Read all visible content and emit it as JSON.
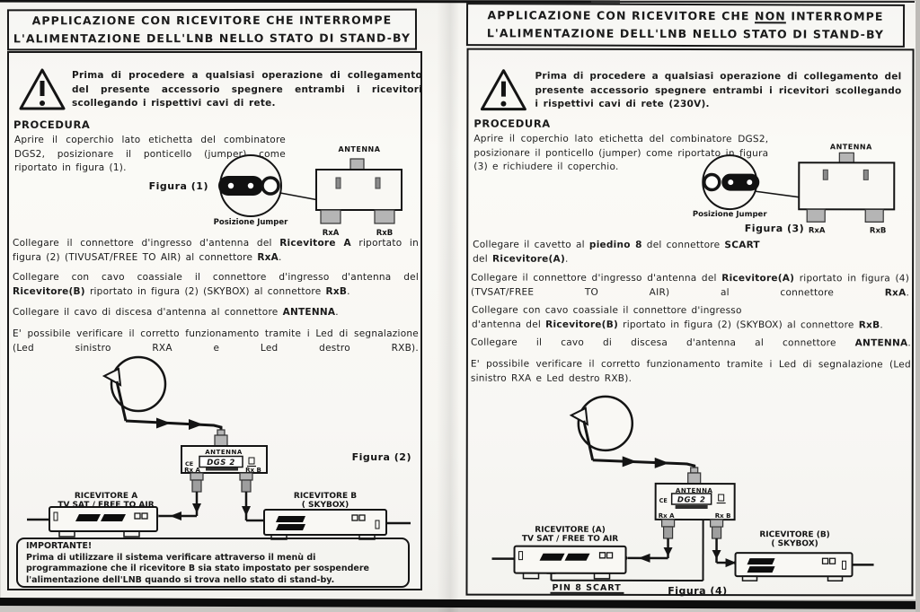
{
  "document": {
    "left": {
      "title1": "APPLICAZIONE CON RICEVITORE CHE INTERROMPE",
      "title2": "L'ALIMENTAZIONE DELL'LNB NELLO STATO DI STAND-BY",
      "warning": "Prima di procedere a qualsiasi operazione di collegamento del presente accessorio spegnere entrambi i ricevitori scollegando i rispettivi cavi di rete.",
      "procedura": "PROCEDURA",
      "step1": "Aprire il coperchio lato etichetta del combinatore DGS2, posizionare il ponticello (jumper) come riportato in figura (1).",
      "figura1": "Figura (1)",
      "posizione_jumper": "Posizione Jumper",
      "fig1": {
        "antenna": "ANTENNA",
        "rxa": "RxA",
        "rxb": "RxB"
      },
      "p_connect_a": [
        "Collegare il connettore d'ingresso d'antenna del ",
        "Ricevitore A",
        " riportato in figura (2) (TIVUSAT/FREE TO AIR) al connettore ",
        "RxA",
        "."
      ],
      "p_connect_b": [
        "Collegare con cavo coassiale il connettore d'ingresso d'antenna del ",
        "Ricevitore(B)",
        " riportato in figura (2) (SKYBOX) al connettore ",
        "RxB",
        "."
      ],
      "p_antenna": [
        "Collegare il cavo di discesa d'antenna al connettore ",
        "ANTENNA",
        "."
      ],
      "p_led": "E' possibile verificare il corretto funzionamento tramite i Led di segnalazione (Led sinistro RXA e Led destro RXB).",
      "figura2": "Figura (2)",
      "fig2": {
        "antenna": "ANTENNA",
        "ce": "CE",
        "dgs2": "DGS 2",
        "rxa": "Rx A",
        "rxb": "Rx B"
      },
      "recv_a_line1": "RICEVITORE A",
      "recv_a_line2": "TV SAT / FREE TO AIR",
      "recv_b_line1": "RICEVITORE B",
      "recv_b_line2": "( SKYBOX)",
      "importante_title": "IMPORTANTE!",
      "importante_text": "Prima di utilizzare il sistema verificare attraverso il menù di programmazione che il ricevitore B sia stato impostato per sospendere l'alimentazione dell'LNB quando si trova nello stato di stand-by."
    },
    "right": {
      "title1": [
        "APPLICAZIONE CON RICEVITORE CHE ",
        "NON",
        " INTERROMPE"
      ],
      "title2": "L'ALIMENTAZIONE DELL'LNB NELLO STATO DI STAND-BY",
      "warning": "Prima di procedere a qualsiasi operazione di collegamento del presente accessorio spegnere entrambi i ricevitori scollegando i rispettivi cavi di rete (230V).",
      "procedura": "PROCEDURA",
      "step1": "Aprire il coperchio lato etichetta del combinatore DGS2, posizionare il ponticello (jumper) come riportato in figura (3) e richiudere il coperchio.",
      "figura3": "Figura (3)",
      "posizione_jumper": "Posizione Jumper",
      "fig3": {
        "antenna": "ANTENNA",
        "rxa": "RxA",
        "rxb": "RxB"
      },
      "p_scart_l1": [
        "Collegare il cavetto al ",
        "piedino 8",
        " del connettore ",
        "SCART"
      ],
      "p_scart_l2": [
        "del ",
        "Ricevitore(A)",
        "."
      ],
      "p_connect_a": [
        "Collegare il connettore d'ingresso d'antenna del ",
        "Ricevitore(A)",
        " riportato in figura (4) (TVSAT/FREE TO AIR) al connettore ",
        "RxA",
        "."
      ],
      "p_connect_b_l1": "Collegare con cavo coassiale il connettore d'ingresso",
      "p_connect_b_l2": [
        "d'antenna del ",
        "Ricevitore(B)",
        " riportato in figura (2) (SKYBOX) al connettore ",
        "RxB",
        "."
      ],
      "p_antenna": [
        "Collegare il cavo di discesa d'antenna al connettore ",
        "ANTENNA",
        "."
      ],
      "p_led": "E' possibile verificare il corretto funzionamento tramite i Led di segnalazione (Led sinistro RXA e Led destro RXB).",
      "fig4": {
        "antenna": "ANTENNA",
        "ce": "CE",
        "dgs2": "DGS 2",
        "rxa": "Rx A",
        "rxb": "Rx B"
      },
      "recv_a_line1": "RICEVITORE (A)",
      "recv_a_line2": "TV SAT / FREE TO AIR",
      "recv_b_line1": "RICEVITORE (B)",
      "recv_b_line2": "( SKYBOX)",
      "pin8": "PIN 8 SCART",
      "figura4": "Figura (4)"
    },
    "icons": {
      "warning": "exclamation-triangle",
      "ce_mark": "CE",
      "weee": "crossed-out-bin"
    },
    "colors": {
      "paper": "#f8f7f3",
      "ink": "#1a1a1a",
      "scan_bg": "#c9c7c3"
    }
  }
}
